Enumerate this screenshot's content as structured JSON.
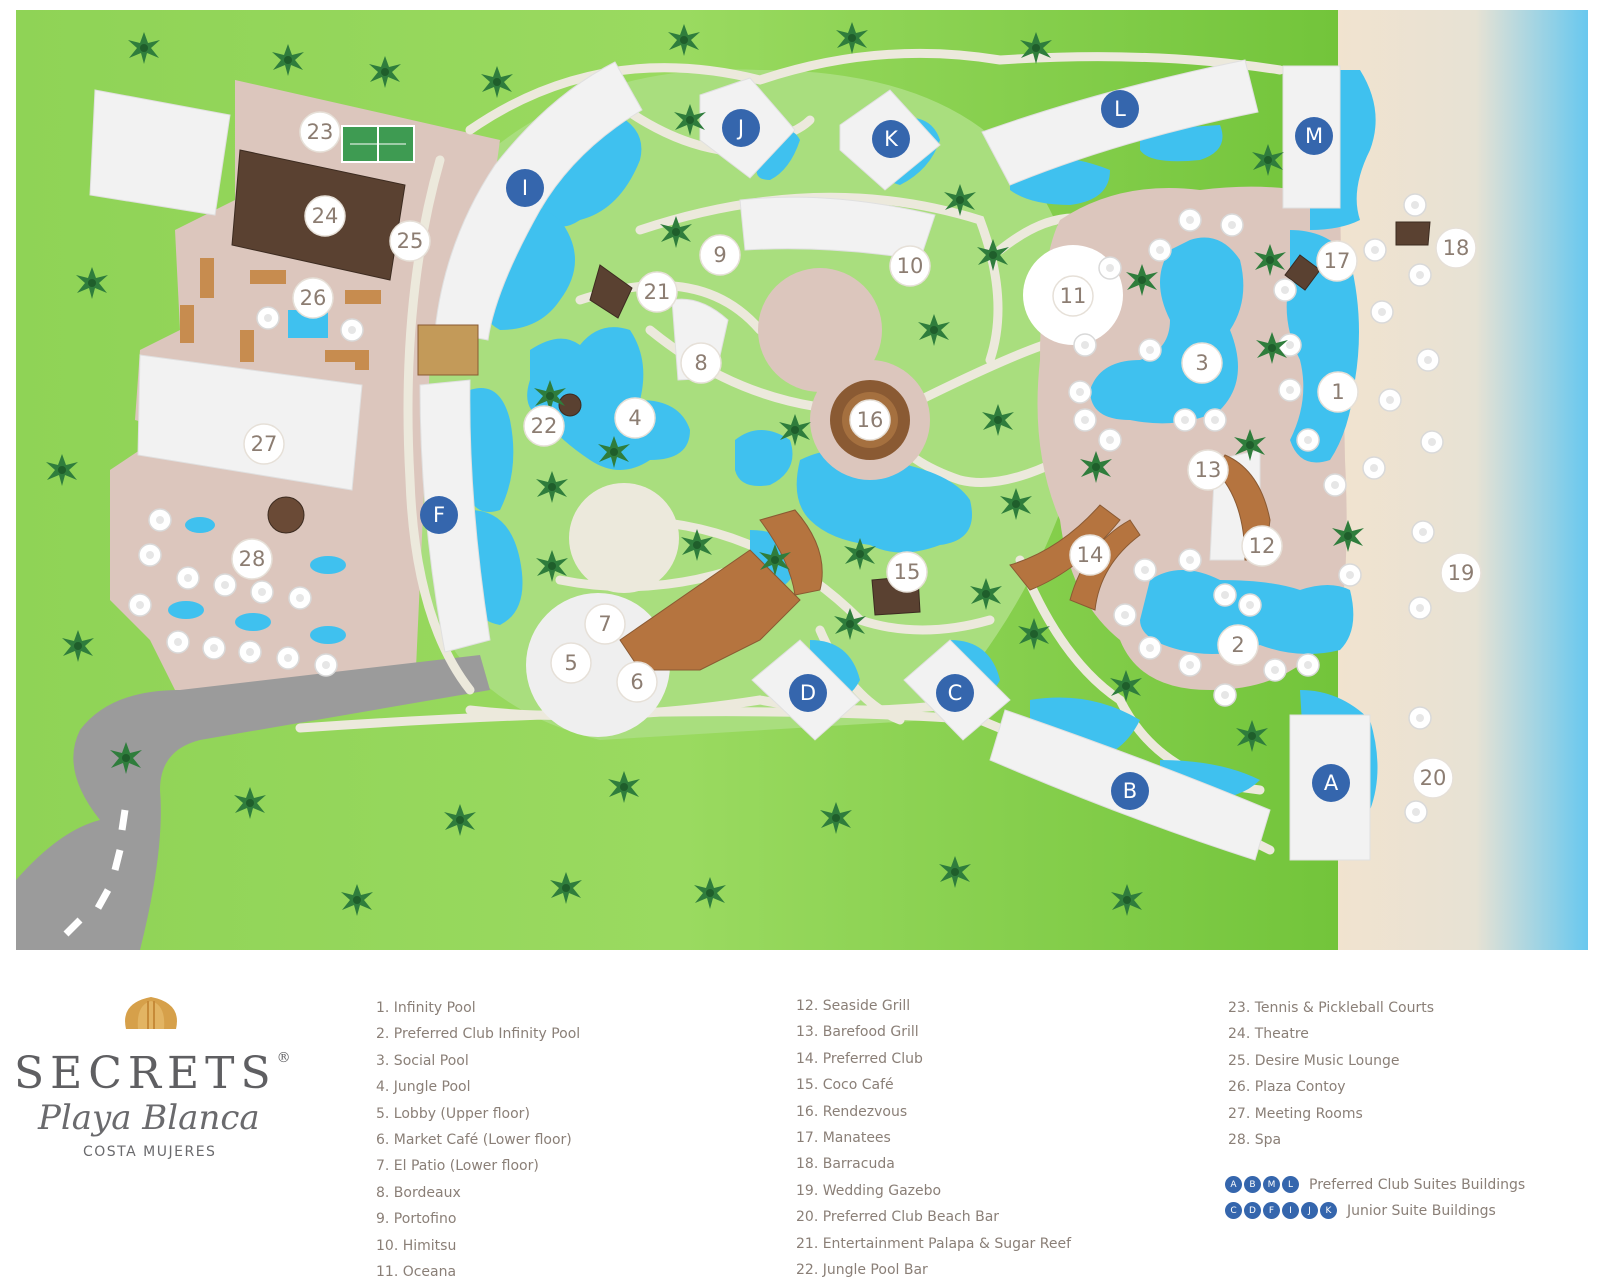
{
  "brand": {
    "name": "SECRETS",
    "registered": "®",
    "subtitle": "Playa Blanca",
    "location": "COSTA MUJERES"
  },
  "map_markers": {
    "numbers": [
      "1",
      "2",
      "3",
      "4",
      "5",
      "6",
      "7",
      "8",
      "9",
      "10",
      "11",
      "12",
      "13",
      "14",
      "15",
      "16",
      "17",
      "18",
      "19",
      "20",
      "21",
      "22",
      "23",
      "24",
      "25",
      "26",
      "27",
      "28"
    ],
    "buildings": [
      "A",
      "B",
      "C",
      "D",
      "F",
      "I",
      "J",
      "K",
      "L",
      "M"
    ]
  },
  "legend": {
    "col1": [
      "1. Infinity Pool",
      "2. Preferred Club Infinity Pool",
      "3. Social Pool",
      "4. Jungle Pool",
      "5. Lobby (Upper floor)",
      "6. Market Café (Lower floor)",
      "7. El Patio (Lower floor)",
      "8. Bordeaux",
      "9. Portofino",
      "10. Himitsu",
      "11. Oceana"
    ],
    "col2": [
      "12. Seaside Grill",
      "13. Barefood Grill",
      "14. Preferred Club",
      "15. Coco Café",
      "16. Rendezvous",
      "17. Manatees",
      "18. Barracuda",
      "19. Wedding Gazebo",
      "20. Preferred Club Beach Bar",
      "21. Entertainment Palapa & Sugar Reef",
      "22. Jungle Pool Bar"
    ],
    "col3": [
      "23. Tennis & Pickleball Courts",
      "24. Theatre",
      "25. Desire Music Lounge",
      "26. Plaza Contoy",
      "27. Meeting Rooms",
      "28. Spa"
    ]
  },
  "building_key": {
    "preferred": {
      "letters": [
        "A",
        "B",
        "M",
        "L"
      ],
      "label": "Preferred Club Suites Buildings"
    },
    "junior": {
      "letters": [
        "C",
        "D",
        "F",
        "I",
        "J",
        "K"
      ],
      "label": "Junior Suite Buildings"
    }
  },
  "colors": {
    "grass": "#8bd04f",
    "grass_light": "#b3e08a",
    "path": "#ece9dc",
    "plaza": "#dcc6bd",
    "pool": "#3fc1ef",
    "building": "#f2f2f2",
    "marker_blue": "#3566ad",
    "sand": "#f1e3cf",
    "sea": "#7fd0ee",
    "road": "#9b9b9b"
  }
}
